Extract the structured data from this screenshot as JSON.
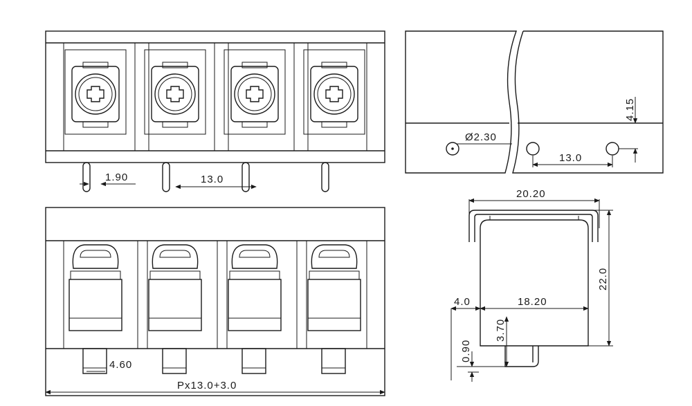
{
  "dimensions": {
    "pin_width": "1.90",
    "pitch_top": "13.0",
    "hole_diameter": "Ø2.30",
    "offset": "4.15",
    "pitch_side": "13.0",
    "width_total": "20.20",
    "height": "22.0",
    "depth_left": "4.0",
    "depth_main": "18.20",
    "pin_offset": "3.70",
    "pin_step": "0.90",
    "pin_length": "4.60",
    "overall_length": "Px13.0+3.0"
  },
  "terminal_count": 4
}
